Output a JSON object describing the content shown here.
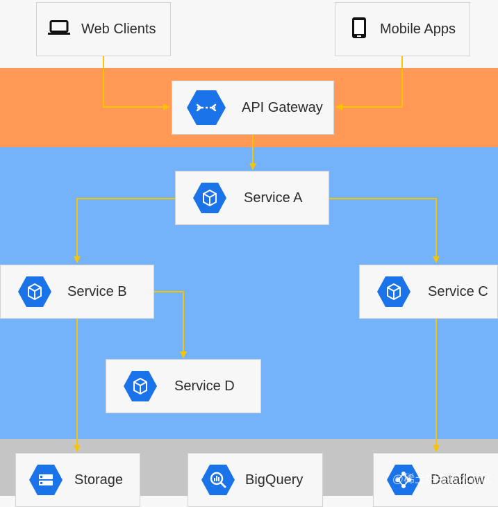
{
  "colors": {
    "client_band": "#f7f7f7",
    "gateway_band": "#ff9955",
    "service_band": "#74b3f9",
    "data_band": "#c5c5c5",
    "hexagon": "#1a73e8",
    "arrow": "#f7c400"
  },
  "nodes": {
    "web_clients": {
      "label": "Web Clients",
      "icon": "laptop-icon"
    },
    "mobile_apps": {
      "label": "Mobile Apps",
      "icon": "mobile-phone-icon"
    },
    "api_gateway": {
      "label": "API Gateway",
      "icon": "api-gateway-icon"
    },
    "service_a": {
      "label": "Service A",
      "icon": "cube-hexagon-icon"
    },
    "service_b": {
      "label": "Service B",
      "icon": "cube-hexagon-icon"
    },
    "service_c": {
      "label": "Service C",
      "icon": "cube-hexagon-icon"
    },
    "service_d": {
      "label": "Service D",
      "icon": "cube-hexagon-icon"
    },
    "storage": {
      "label": "Storage",
      "icon": "storage-hexagon-icon"
    },
    "bigquery": {
      "label": "BigQuery",
      "icon": "bigquery-hexagon-icon"
    },
    "dataflow": {
      "label": "Dataflow",
      "icon": "dataflow-hexagon-icon"
    }
  },
  "watermark": "@稀土掘金技术社区"
}
